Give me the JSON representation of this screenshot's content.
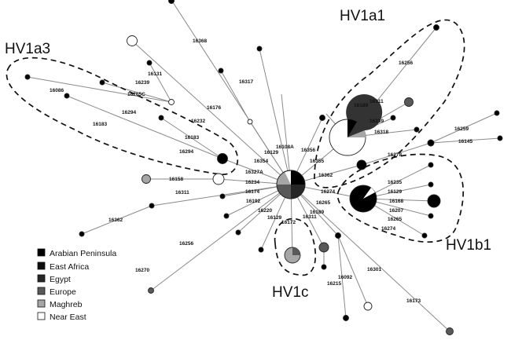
{
  "haplogroups": [
    "HV1a1",
    "HV1a3",
    "HV1b1",
    "HV1c"
  ],
  "legend": [
    {
      "label": "Arabian Peninsula",
      "color": "#000000"
    },
    {
      "label": "East Africa",
      "color": "#0d0d0d"
    },
    {
      "label": "Egypt",
      "color": "#262626"
    },
    {
      "label": "Europe",
      "color": "#595959"
    },
    {
      "label": "Maghreb",
      "color": "#a6a6a6"
    },
    {
      "label": "Near East",
      "color": "#ffffff"
    }
  ],
  "mutations": [
    "16368",
    "16131",
    "16239",
    "16265C",
    "16086",
    "16294",
    "16183",
    "16232",
    "16183",
    "16294",
    "16176",
    "16317",
    "16129",
    "16108A",
    "16356",
    "16354",
    "16355",
    "16327A",
    "16362",
    "16256",
    "16311",
    "16189",
    "16239",
    "16318",
    "16278",
    "16259",
    "16145",
    "16234",
    "16158",
    "16311",
    "16174",
    "16192",
    "16220",
    "16274",
    "16235",
    "16129",
    "16168",
    "16207",
    "16265",
    "16274",
    "16362",
    "16129",
    "16172",
    "16311",
    "16189",
    "16265",
    "16256",
    "16270",
    "16301",
    "16092",
    "16215",
    "16173"
  ]
}
